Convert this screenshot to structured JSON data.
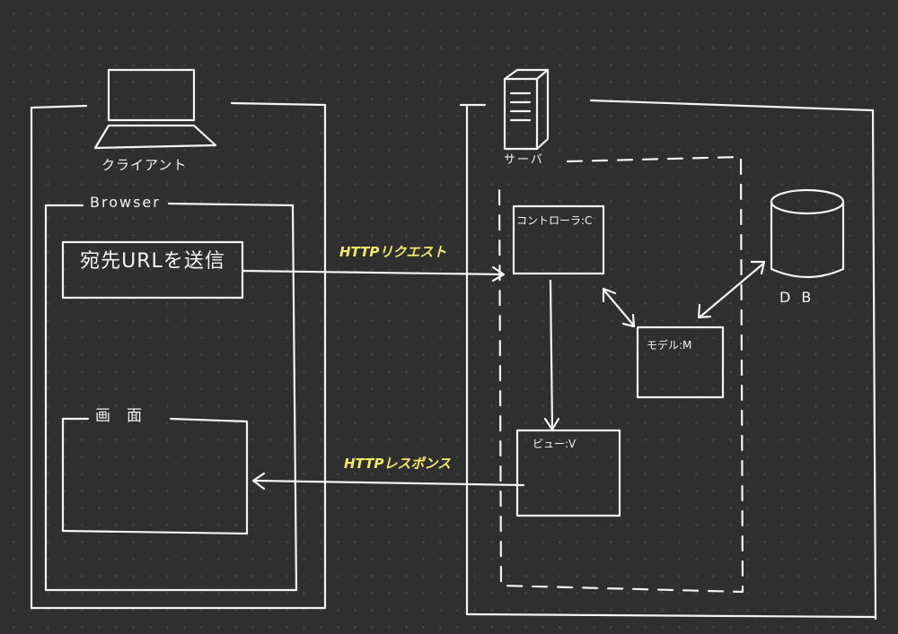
{
  "client": {
    "label": "クライアント",
    "browser_label": "Browser",
    "send_button": "宛先URLを送信",
    "screen_label": "画面"
  },
  "arrows": {
    "request": "HTTPリクエスト",
    "response": "HTTPレスポンス"
  },
  "server": {
    "label": "サーバ",
    "controller": "コントローラ:C",
    "model": "モデル:M",
    "view": "ビュー:V",
    "db": "DB"
  },
  "colors": {
    "background": "#2f2f2f",
    "stroke": "#f4f4f4",
    "arrow_label": "#f2ea6a"
  }
}
